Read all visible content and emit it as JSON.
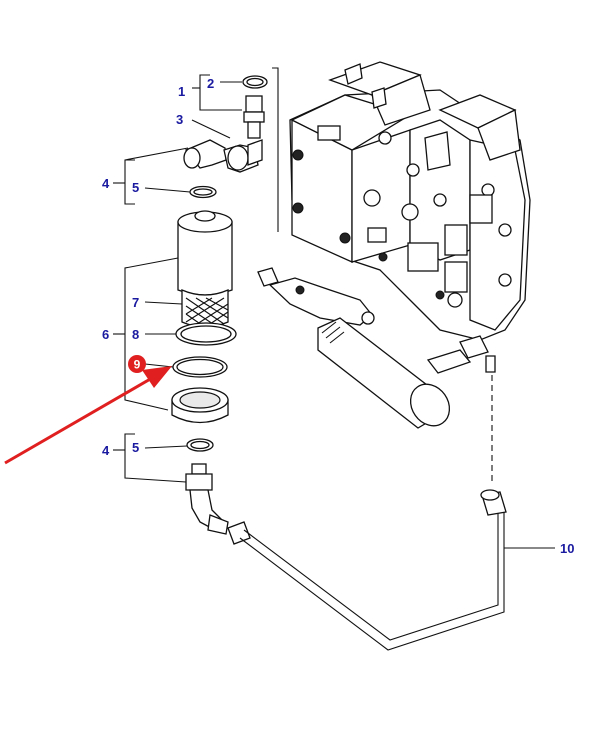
{
  "diagram": {
    "callouts": [
      {
        "id": "c1",
        "label": "1"
      },
      {
        "id": "c2",
        "label": "2"
      },
      {
        "id": "c3",
        "label": "3"
      },
      {
        "id": "c4a",
        "label": "4"
      },
      {
        "id": "c5a",
        "label": "5"
      },
      {
        "id": "c6",
        "label": "6"
      },
      {
        "id": "c7",
        "label": "7"
      },
      {
        "id": "c8",
        "label": "8"
      },
      {
        "id": "c9",
        "label": "9"
      },
      {
        "id": "c4b",
        "label": "4"
      },
      {
        "id": "c5b",
        "label": "5"
      },
      {
        "id": "c10",
        "label": "10"
      }
    ],
    "highlight": {
      "label": "9",
      "color": "#e02020"
    },
    "colors": {
      "callout_text": "#1a1aa0",
      "arrow": "#e02020",
      "lines": "#111111"
    }
  }
}
